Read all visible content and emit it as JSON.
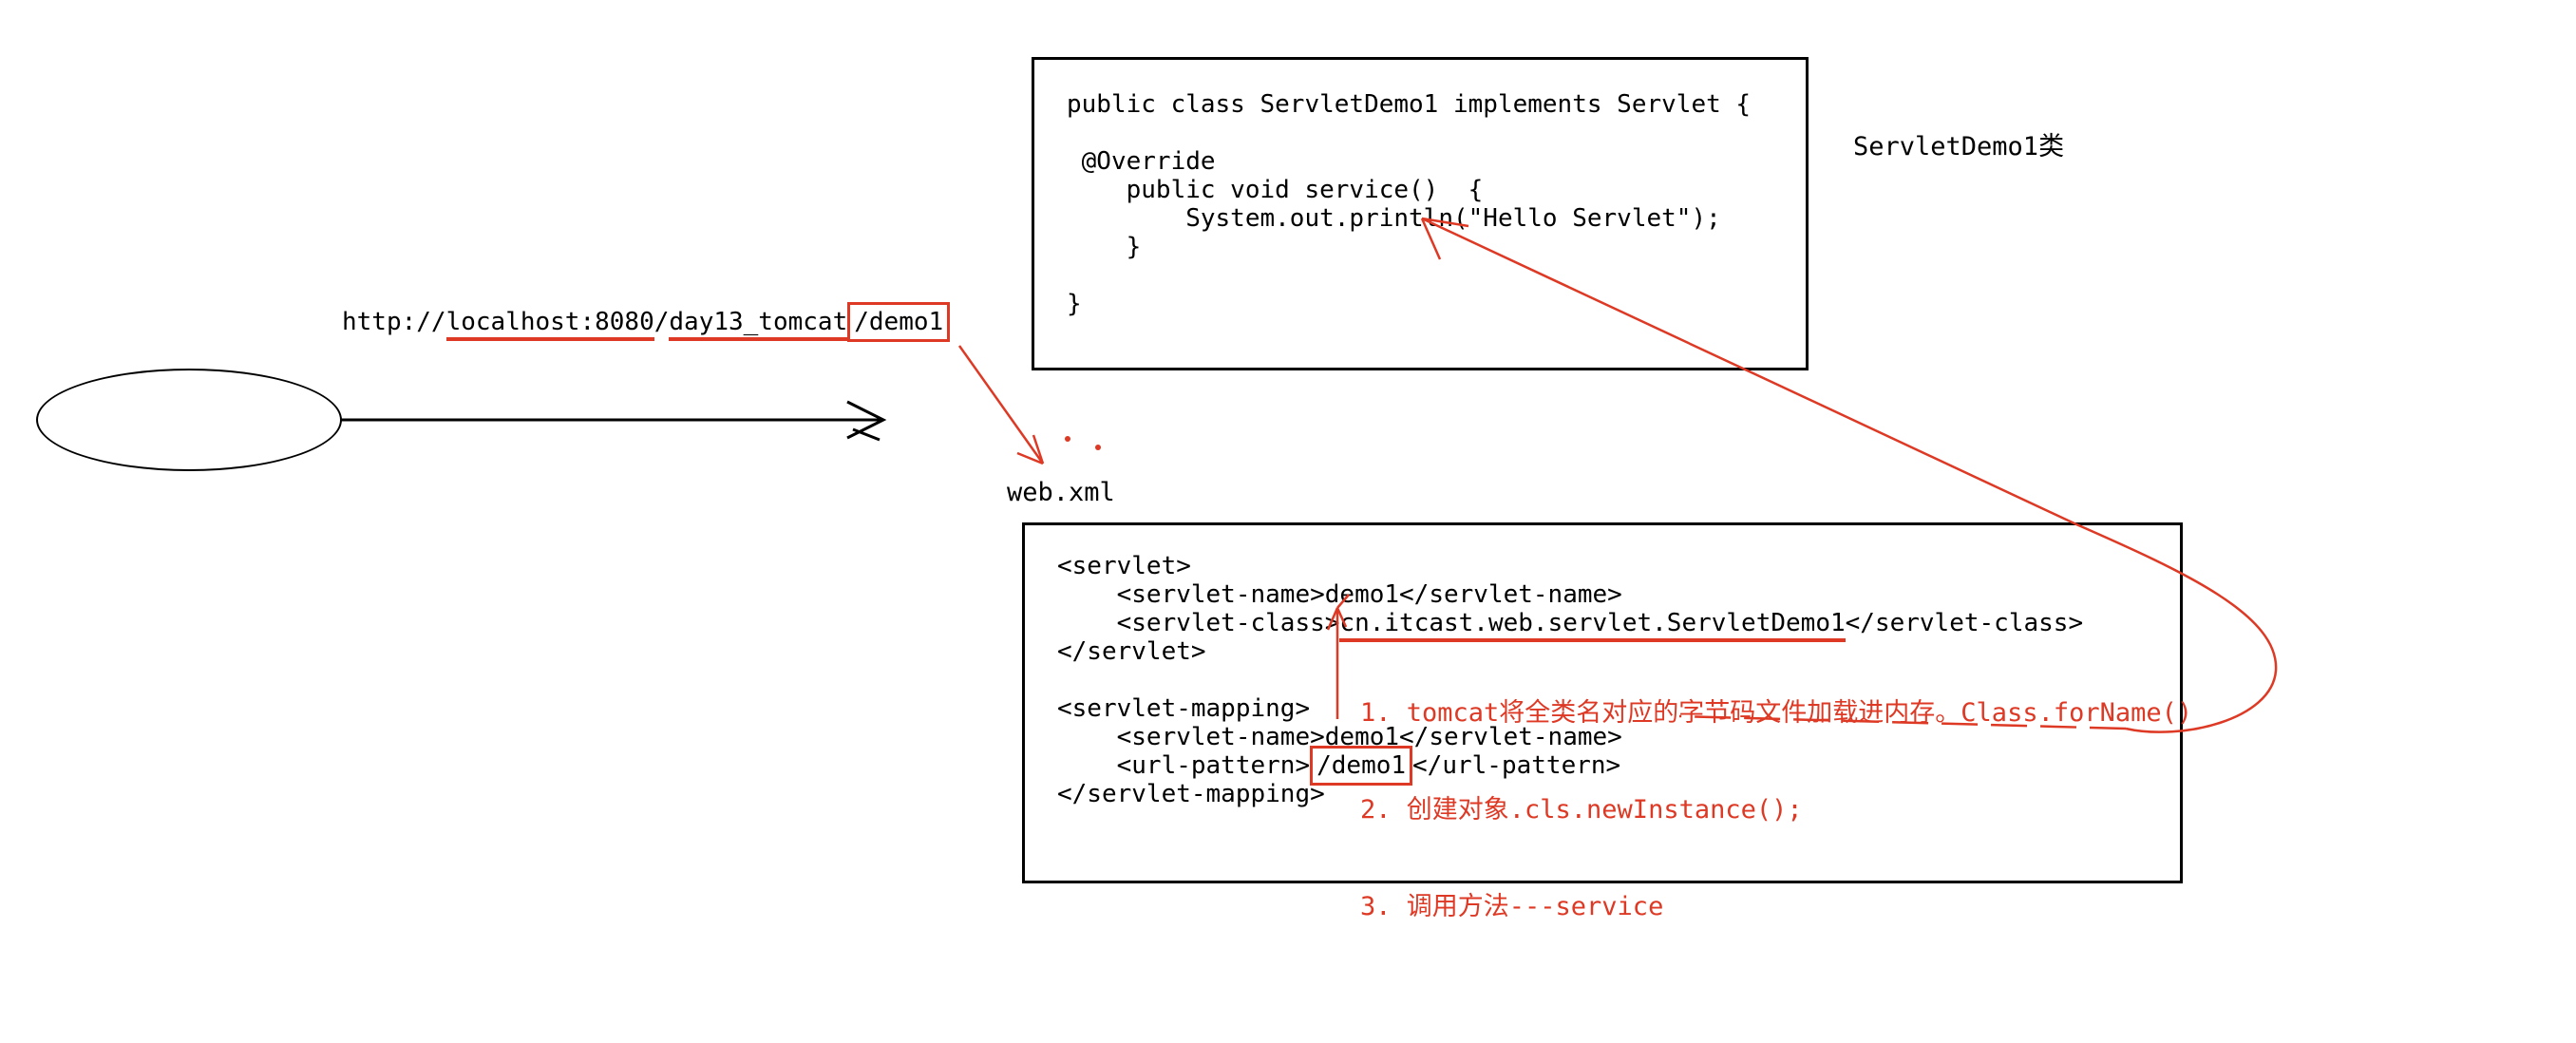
{
  "colors": {
    "red": "#dd3924",
    "black": "#000000",
    "background": "#ffffff"
  },
  "url_bar": {
    "protocol": "http://",
    "host": "localhost:8080",
    "separator": "/",
    "app_path": "day13_tomcat",
    "resource": "/demo1"
  },
  "labels": {
    "web_xml": "web.xml",
    "servlet_class_label": "ServletDemo1类"
  },
  "java_code": {
    "lines": [
      "public class ServletDemo1 implements Servlet {",
      "",
      " @Override",
      "    public void service()  {",
      "        System.out.println(\"Hello Servlet\");",
      "    }",
      "",
      "}"
    ]
  },
  "web_xml": {
    "servlet_open": "<servlet>",
    "servlet_name_line": "    <servlet-name>demo1</servlet-name>",
    "servlet_class_prefix": "    <servlet-class>",
    "servlet_class_value": "cn.itcast.web.servlet.ServletDemo1",
    "servlet_class_suffix": "</servlet-class>",
    "servlet_close": "</servlet>",
    "blank": "",
    "mapping_open": "<servlet-mapping>",
    "mapping_servlet_name_line": "    <servlet-name>demo1</servlet-name>",
    "url_pattern_prefix": "    <url-pattern>",
    "url_pattern_value": "/demo1",
    "url_pattern_suffix": "</url-pattern>",
    "mapping_close": "</servlet-mapping>"
  },
  "annotations": {
    "step1": "1. tomcat将全类名对应的字节码文件加载进内存。Class.forName()",
    "step2": "2. 创建对象.cls.newInstance();",
    "step3": "3. 调用方法---service"
  }
}
